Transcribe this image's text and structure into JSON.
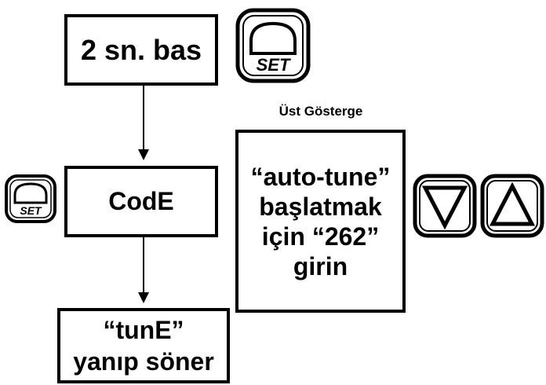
{
  "diagram": {
    "step1": {
      "label": "2 sn. bas"
    },
    "step2": {
      "label": "CodE"
    },
    "step3": {
      "label": "“tunE”\nyanıp söner"
    },
    "display_caption": "Üst Gösterge",
    "display_box": {
      "label": "“auto-tune”\nbaşlatmak\niçin “262”\ngirin"
    },
    "set_key_label": "SET",
    "icons": [
      "set-key-icon",
      "down-arrow-key-icon",
      "up-arrow-key-icon"
    ],
    "colors": {
      "stroke": "#000000",
      "background": "#ffffff"
    }
  }
}
